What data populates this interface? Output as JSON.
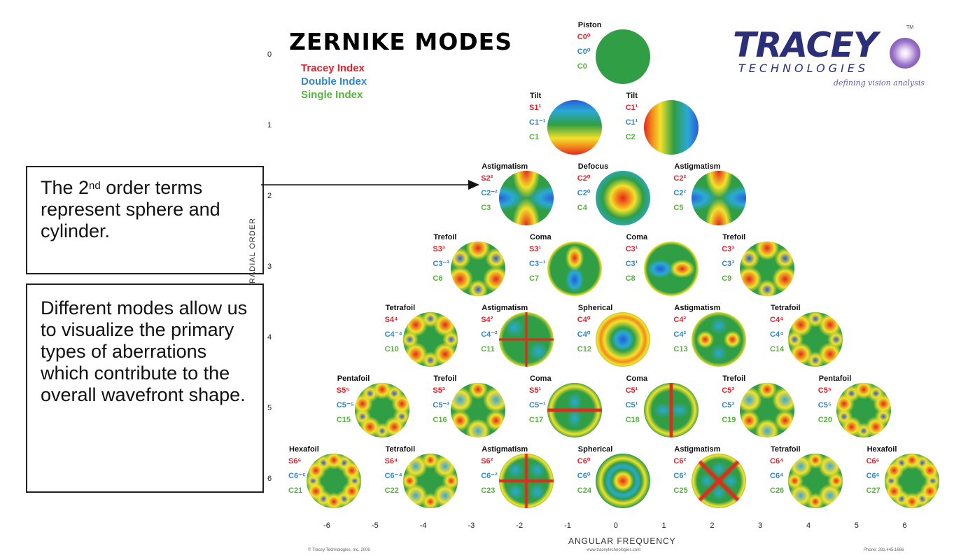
{
  "header": {
    "title": "ZERNIKE MODES",
    "legend": [
      {
        "label": "Tracey Index",
        "color": "#e8202a"
      },
      {
        "label": "Double Index",
        "color": "#2f86c9"
      },
      {
        "label": "Single Index",
        "color": "#56b33c"
      }
    ]
  },
  "logo": {
    "main": "TRACEY",
    "sub": "TECHNOLOGIES",
    "tagline": "defining vision analysis",
    "tm": "TM"
  },
  "notes": {
    "note1_pre": "The 2",
    "note1_sup": "nd",
    "note1_post": " order terms represent sphere and cylinder.",
    "note2": "Different modes allow us to visualize the primary types of aberrations which contribute to the overall wavefront shape."
  },
  "axes": {
    "y_label": "RADIAL ORDER",
    "x_label": "ANGULAR FREQUENCY",
    "radial_orders": [
      "0",
      "1",
      "2",
      "3",
      "4",
      "5",
      "6"
    ],
    "angular_freqs": [
      "-6",
      "-5",
      "-4",
      "-3",
      "-2",
      "-1",
      "0",
      "1",
      "2",
      "3",
      "4",
      "5",
      "6"
    ]
  },
  "footer": {
    "left": "© Tracey Technologies, Inc. 2006",
    "center": "www.traceytechnologies.com",
    "right": "Phone: 281.445.1666"
  },
  "colors": {
    "wave_green": "#2f9e44",
    "wave_blue": "#2a5bd7",
    "wave_red": "#e4281d",
    "wave_yellow": "#f3e12a"
  },
  "modes": [
    {
      "row": 0,
      "col": 6,
      "name": "Piston",
      "tracey": "C0⁰",
      "double": "C0⁰",
      "single": "C0",
      "pattern": "solid"
    },
    {
      "row": 1,
      "col": 5,
      "name": "Tilt",
      "tracey": "S1¹",
      "double": "C1⁻¹",
      "single": "C1",
      "pattern": "hgrad"
    },
    {
      "row": 1,
      "col": 7,
      "name": "Tilt",
      "tracey": "C1¹",
      "double": "C1¹",
      "single": "C2",
      "pattern": "vgrad"
    },
    {
      "row": 2,
      "col": 4,
      "name": "Astigmatism",
      "tracey": "S2²",
      "double": "C2⁻²",
      "single": "C3",
      "pattern": "astig_o"
    },
    {
      "row": 2,
      "col": 6,
      "name": "Defocus",
      "tracey": "C2⁰",
      "double": "C2⁰",
      "single": "C4",
      "pattern": "defocus"
    },
    {
      "row": 2,
      "col": 8,
      "name": "Astigmatism",
      "tracey": "C2²",
      "double": "C2²",
      "single": "C5",
      "pattern": "astig"
    },
    {
      "row": 3,
      "col": 3,
      "name": "Trefoil",
      "tracey": "S3³",
      "double": "C3⁻³",
      "single": "C6",
      "pattern": "trefoil"
    },
    {
      "row": 3,
      "col": 5,
      "name": "Coma",
      "tracey": "S3¹",
      "double": "C3⁻¹",
      "single": "C7",
      "pattern": "coma_v"
    },
    {
      "row": 3,
      "col": 7,
      "name": "Coma",
      "tracey": "C3¹",
      "double": "C3¹",
      "single": "C8",
      "pattern": "coma_h"
    },
    {
      "row": 3,
      "col": 9,
      "name": "Trefoil",
      "tracey": "C3³",
      "double": "C3³",
      "single": "C9",
      "pattern": "trefoil"
    },
    {
      "row": 4,
      "col": 2,
      "name": "Tetrafoil",
      "tracey": "S4⁴",
      "double": "C4⁻⁴",
      "single": "C10",
      "pattern": "tetra"
    },
    {
      "row": 4,
      "col": 4,
      "name": "Astigmatism",
      "tracey": "S4²",
      "double": "C4⁻²",
      "single": "C11",
      "pattern": "astig2"
    },
    {
      "row": 4,
      "col": 6,
      "name": "Spherical",
      "tracey": "C4⁰",
      "double": "C4⁰",
      "single": "C12",
      "pattern": "spherical"
    },
    {
      "row": 4,
      "col": 8,
      "name": "Astigmatism",
      "tracey": "C4²",
      "double": "C4²",
      "single": "C13",
      "pattern": "astig2x"
    },
    {
      "row": 4,
      "col": 10,
      "name": "Tetrafoil",
      "tracey": "C4⁴",
      "double": "C4⁴",
      "single": "C14",
      "pattern": "tetra"
    },
    {
      "row": 5,
      "col": 1,
      "name": "Pentafoil",
      "tracey": "S5⁵",
      "double": "C5⁻⁵",
      "single": "C15",
      "pattern": "penta"
    },
    {
      "row": 5,
      "col": 3,
      "name": "Trefoil",
      "tracey": "S5³",
      "double": "C5⁻³",
      "single": "C16",
      "pattern": "trefoil2"
    },
    {
      "row": 5,
      "col": 5,
      "name": "Coma",
      "tracey": "S5¹",
      "double": "C5⁻¹",
      "single": "C17",
      "pattern": "coma2_v"
    },
    {
      "row": 5,
      "col": 7,
      "name": "Coma",
      "tracey": "C5¹",
      "double": "C5¹",
      "single": "C18",
      "pattern": "coma2_h"
    },
    {
      "row": 5,
      "col": 9,
      "name": "Trefoil",
      "tracey": "C5³",
      "double": "C5³",
      "single": "C19",
      "pattern": "trefoil2"
    },
    {
      "row": 5,
      "col": 11,
      "name": "Pentafoil",
      "tracey": "C5⁵",
      "double": "C5⁵",
      "single": "C20",
      "pattern": "penta"
    },
    {
      "row": 6,
      "col": 0,
      "name": "Hexafoil",
      "tracey": "S6⁶",
      "double": "C6⁻⁶",
      "single": "C21",
      "pattern": "hexa"
    },
    {
      "row": 6,
      "col": 2,
      "name": "Tetrafoil",
      "tracey": "S6⁴",
      "double": "C6⁻⁴",
      "single": "C22",
      "pattern": "tetra2"
    },
    {
      "row": 6,
      "col": 4,
      "name": "Astigmatism",
      "tracey": "S6²",
      "double": "C6⁻²",
      "single": "C23",
      "pattern": "astig3"
    },
    {
      "row": 6,
      "col": 6,
      "name": "Spherical",
      "tracey": "C6⁰",
      "double": "C6⁰",
      "single": "C24",
      "pattern": "spherical2"
    },
    {
      "row": 6,
      "col": 8,
      "name": "Astigmatism",
      "tracey": "C6²",
      "double": "C6²",
      "single": "C25",
      "pattern": "astig3x"
    },
    {
      "row": 6,
      "col": 10,
      "name": "Tetrafoil",
      "tracey": "C6⁴",
      "double": "C6⁴",
      "single": "C26",
      "pattern": "tetra2"
    },
    {
      "row": 6,
      "col": 12,
      "name": "Hexafoil",
      "tracey": "C6⁶",
      "double": "C6⁶",
      "single": "C27",
      "pattern": "hexa"
    }
  ]
}
